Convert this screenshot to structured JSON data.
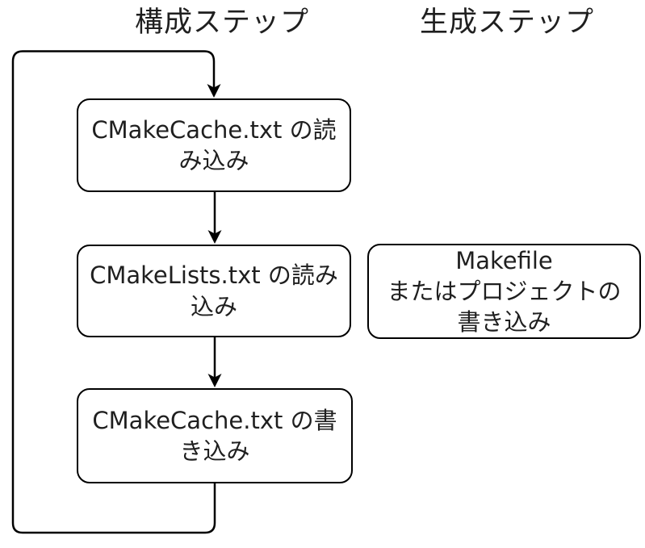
{
  "diagram": {
    "headers": {
      "configure": "構成ステップ",
      "generate": "生成ステップ"
    },
    "configure_steps": [
      {
        "label": "CMakeCache.txt の読\nみ込み"
      },
      {
        "label": "CMakeLists.txt の読み\n込み"
      },
      {
        "label": "CMakeCache.txt の書\nき込み"
      }
    ],
    "generate_steps": [
      {
        "label": "Makefile\nまたはプロジェクトの\n書き込み"
      }
    ],
    "colors": {
      "stroke": "#000000",
      "text": "#1f1f1f",
      "box_fill": "#ffffff",
      "background": "#ffffff"
    }
  }
}
